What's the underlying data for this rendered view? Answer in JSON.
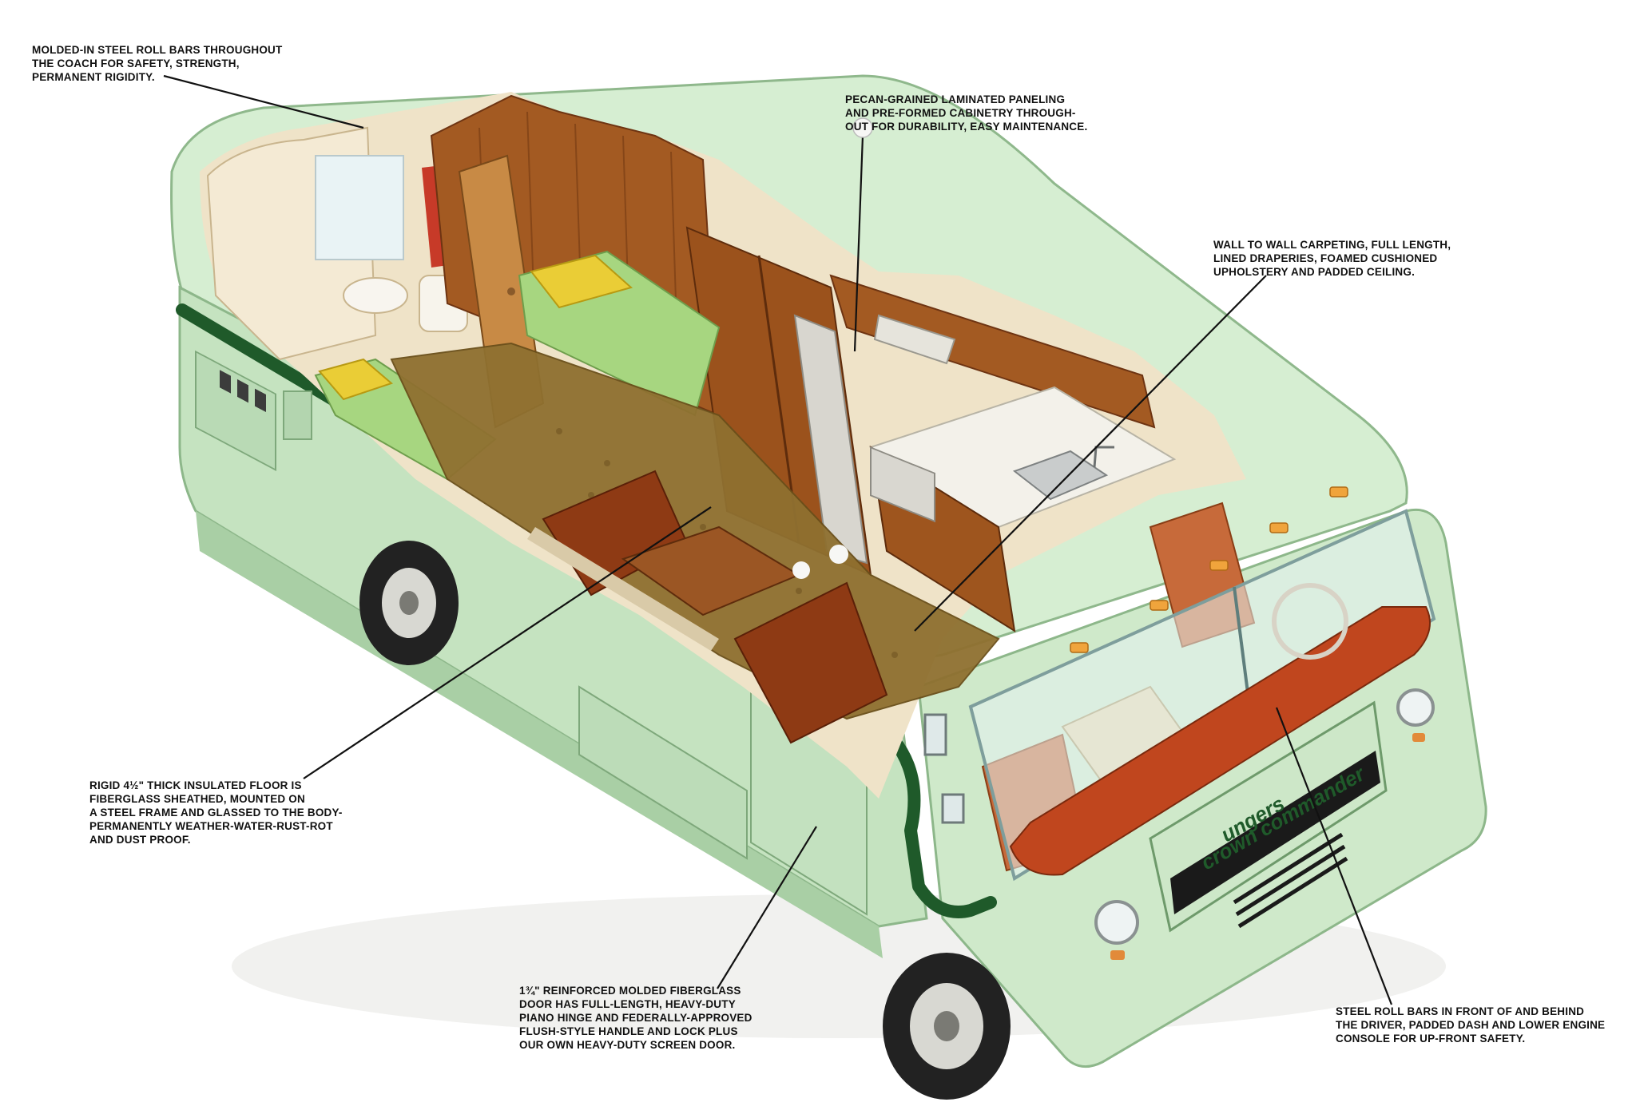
{
  "callouts": {
    "roll_bars": "MOLDED-IN STEEL ROLL BARS THROUGHOUT\nTHE COACH FOR SAFETY, STRENGTH,\nPERMANENT RIGIDITY.",
    "paneling": "PECAN-GRAINED LAMINATED PANELING\nAND PRE-FORMED CABINETRY THROUGH-\nOUT FOR DURABILITY, EASY MAINTENANCE.",
    "carpeting": "WALL TO WALL CARPETING, FULL LENGTH,\nLINED DRAPERIES, FOAMED CUSHIONED\nUPHOLSTERY AND PADDED CEILING.",
    "floor": "RIGID 4½\" THICK INSULATED FLOOR IS\nFIBERGLASS SHEATHED, MOUNTED ON\nA STEEL FRAME AND GLASSED TO THE BODY-\nPERMANENTLY WEATHER-WATER-RUST-ROT\nAND DUST PROOF.",
    "door": "1¾\" REINFORCED MOLDED FIBERGLASS\nDOOR HAS FULL-LENGTH, HEAVY-DUTY\nPIANO HINGE AND FEDERALLY-APPROVED\nFLUSH-STYLE HANDLE AND LOCK PLUS\nOUR OWN HEAVY-DUTY SCREEN DOOR.",
    "front_safety": "STEEL ROLL BARS IN FRONT OF AND BEHIND\nTHE DRIVER, PADDED DASH AND LOWER ENGINE\nCONSOLE FOR UP-FRONT SAFETY."
  },
  "logo": {
    "line1": "ungers",
    "line2": "crown commander"
  },
  "colors": {
    "body": "#c9e6c4",
    "body_dark": "#9fc79c",
    "stripe": "#1f5a2a",
    "wood": "#8a4a1c",
    "wood_light": "#b86b2d",
    "carpet": "#8a6a28",
    "upholstery": "#a8481c",
    "bed_green": "#9bd07a",
    "pillow_yellow": "#ecd23a",
    "dash": "#c0461e",
    "glass": "#dff0f0"
  }
}
